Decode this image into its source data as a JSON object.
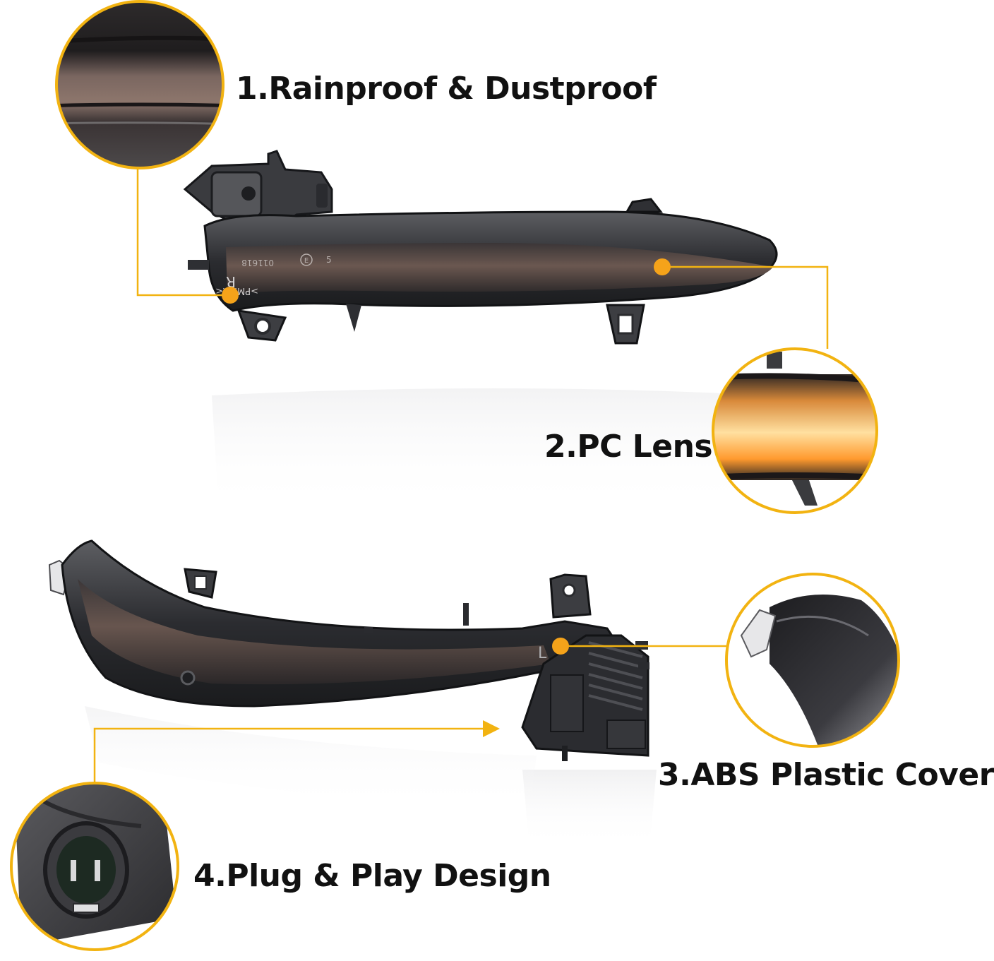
{
  "features": [
    {
      "label": "1.Rainproof & Dustproof"
    },
    {
      "label": "2.PC Lens"
    },
    {
      "label": "3.ABS Plastic Cover"
    },
    {
      "label": "4.Plug & Play Design"
    }
  ],
  "part_markings": {
    "upper_side": "R",
    "material": ">PMMA<",
    "code": "011618",
    "cert": "E",
    "number": "5",
    "lower_side": "L"
  },
  "colors": {
    "callout_line": "#f2b311",
    "callout_dot": "#f5a31a",
    "housing_dark": "#2a2b2e",
    "lens_smoke": "#5a4d48",
    "lens_lit": "#ffb64a",
    "text": "#111111"
  }
}
